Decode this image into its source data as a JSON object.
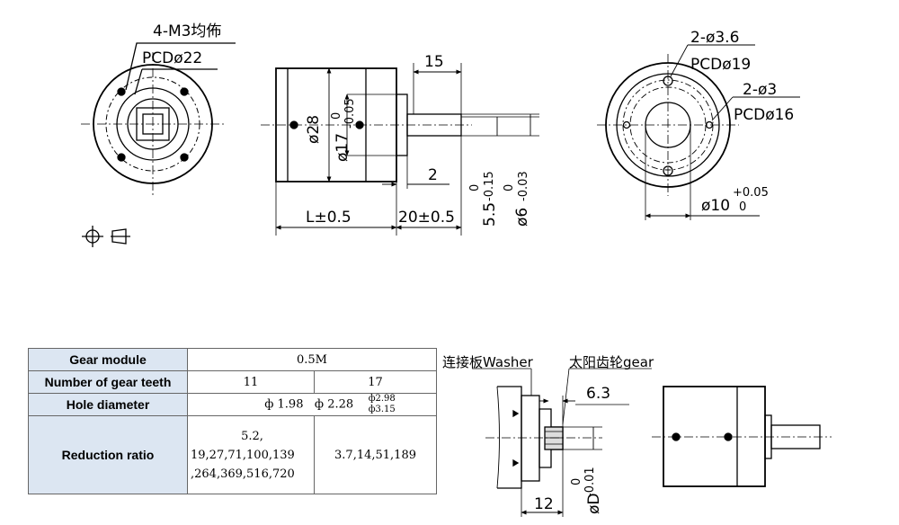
{
  "front_view": {
    "mount_holes_label": "4-M3均佈",
    "pcd_label": "PCDø22"
  },
  "side_view": {
    "shaft_length_label": "15",
    "diameter_28_label": "ø28",
    "diameter_17_label": "ø17",
    "diameter_17_tol_top": "0",
    "diameter_17_tol_bottom": "-0.05",
    "step_label": "2",
    "flat_label": "5.5",
    "flat_tol_top": "0",
    "flat_tol_bottom": "-0.15",
    "shaft_diameter_label": "ø6",
    "shaft_tol_top": "0",
    "shaft_tol_bottom": "-0.03",
    "body_length_label": "L±0.5",
    "shaft_total_label": "20±0.5"
  },
  "rear_view": {
    "hole_36_label": "2-ø3.6",
    "pcd19_label": "PCDø19",
    "hole_3_label": "2-ø3",
    "pcd16_label": "PCDø16",
    "bore_label": "ø10",
    "bore_tol_top": "+0.05",
    "bore_tol_bottom": "0"
  },
  "spec_table": {
    "rows": {
      "gear_module": {
        "label": "Gear module",
        "value": "0.5M"
      },
      "gear_teeth": {
        "label": "Number of gear teeth",
        "value_a": "11",
        "value_b": "17"
      },
      "hole_diameter": {
        "label": "Hole diameter",
        "value_a": "ф 1.98",
        "value_b": "ф 2.28",
        "value_c1": "ф2.98",
        "value_c2": "ф3.15"
      },
      "reduction_ratio": {
        "label": "Reduction ratio",
        "value_a_line1": "5.2,",
        "value_a_line2": "19,27,71,100,139",
        "value_a_line3": ",264,369,516,720",
        "value_b": "3.7,14,51,189"
      }
    }
  },
  "assembly_view": {
    "washer_label": "连接板Washer",
    "gear_label": "太阳齿轮gear",
    "dim_63_label": "6.3",
    "dim_12_label": "12",
    "shaft_d_label": "øD",
    "shaft_d_tol_top": "0",
    "shaft_d_tol_bottom": "-0.01"
  }
}
